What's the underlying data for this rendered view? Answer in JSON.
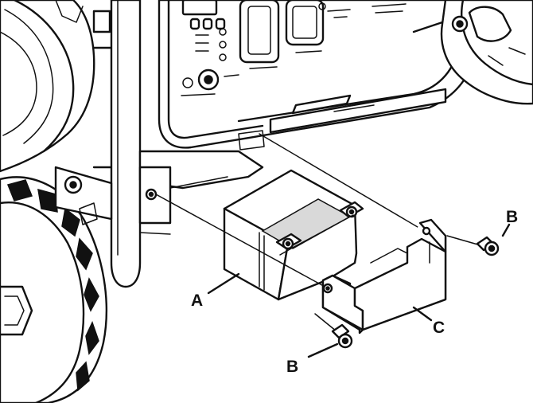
{
  "labels": {
    "battery": "A",
    "screw_top": "B",
    "screw_bottom": "B",
    "bracket": "C"
  }
}
